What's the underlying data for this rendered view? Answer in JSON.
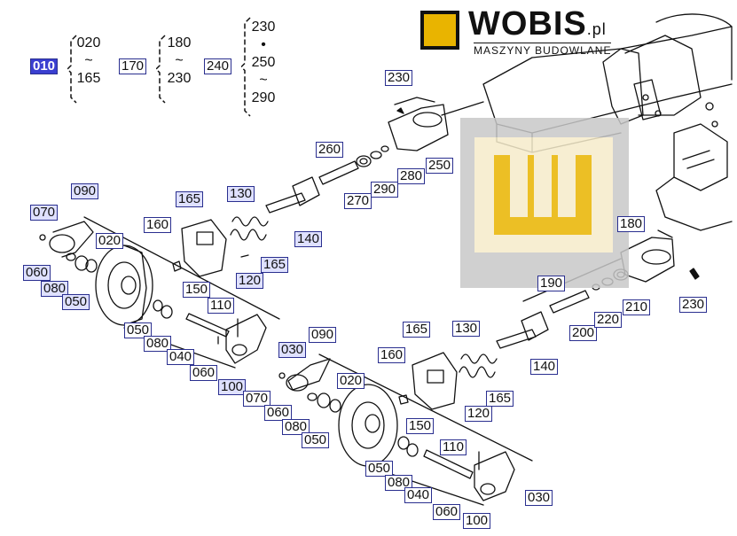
{
  "brand": {
    "name": "WOBIS",
    "tld": ".pl",
    "tagline": "MASZYNY BUDOWLANE",
    "colors": {
      "mark_fill": "#e9b400",
      "mark_border": "#111111",
      "watermark_bg": "#f6eccb",
      "watermark_frame": "#c8c8c8",
      "watermark_mark": "#e9b400"
    }
  },
  "legend": {
    "selected_code": "010",
    "ranges": [
      {
        "code": "010",
        "lines": [
          "020",
          "~",
          "165"
        ]
      },
      {
        "code": "170",
        "lines": [
          "180",
          "~",
          "230"
        ]
      },
      {
        "code": "240",
        "lines": [
          "230",
          "•",
          "250",
          "~",
          "290"
        ]
      }
    ]
  },
  "callouts": [
    {
      "text": "230"
    },
    {
      "text": "260"
    },
    {
      "text": "250"
    },
    {
      "text": "270"
    },
    {
      "text": "290"
    },
    {
      "text": "280"
    },
    {
      "text": "090"
    },
    {
      "text": "070"
    },
    {
      "text": "165"
    },
    {
      "text": "130"
    },
    {
      "text": "160"
    },
    {
      "text": "140"
    },
    {
      "text": "020"
    },
    {
      "text": "165"
    },
    {
      "text": "060"
    },
    {
      "text": "080"
    },
    {
      "text": "050"
    },
    {
      "text": "150"
    },
    {
      "text": "120"
    },
    {
      "text": "110"
    },
    {
      "text": "050"
    },
    {
      "text": "080"
    },
    {
      "text": "040"
    },
    {
      "text": "030"
    },
    {
      "text": "060"
    },
    {
      "text": "100"
    },
    {
      "text": "090"
    },
    {
      "text": "180"
    },
    {
      "text": "190"
    },
    {
      "text": "200"
    },
    {
      "text": "220"
    },
    {
      "text": "210"
    },
    {
      "text": "230"
    },
    {
      "text": "165"
    },
    {
      "text": "130"
    },
    {
      "text": "160"
    },
    {
      "text": "140"
    },
    {
      "text": "070"
    },
    {
      "text": "020"
    },
    {
      "text": "165"
    },
    {
      "text": "060"
    },
    {
      "text": "150"
    },
    {
      "text": "080"
    },
    {
      "text": "120"
    },
    {
      "text": "050"
    },
    {
      "text": "110"
    },
    {
      "text": "050"
    },
    {
      "text": "080"
    },
    {
      "text": "040"
    },
    {
      "text": "030"
    },
    {
      "text": "060"
    },
    {
      "text": "100"
    }
  ]
}
